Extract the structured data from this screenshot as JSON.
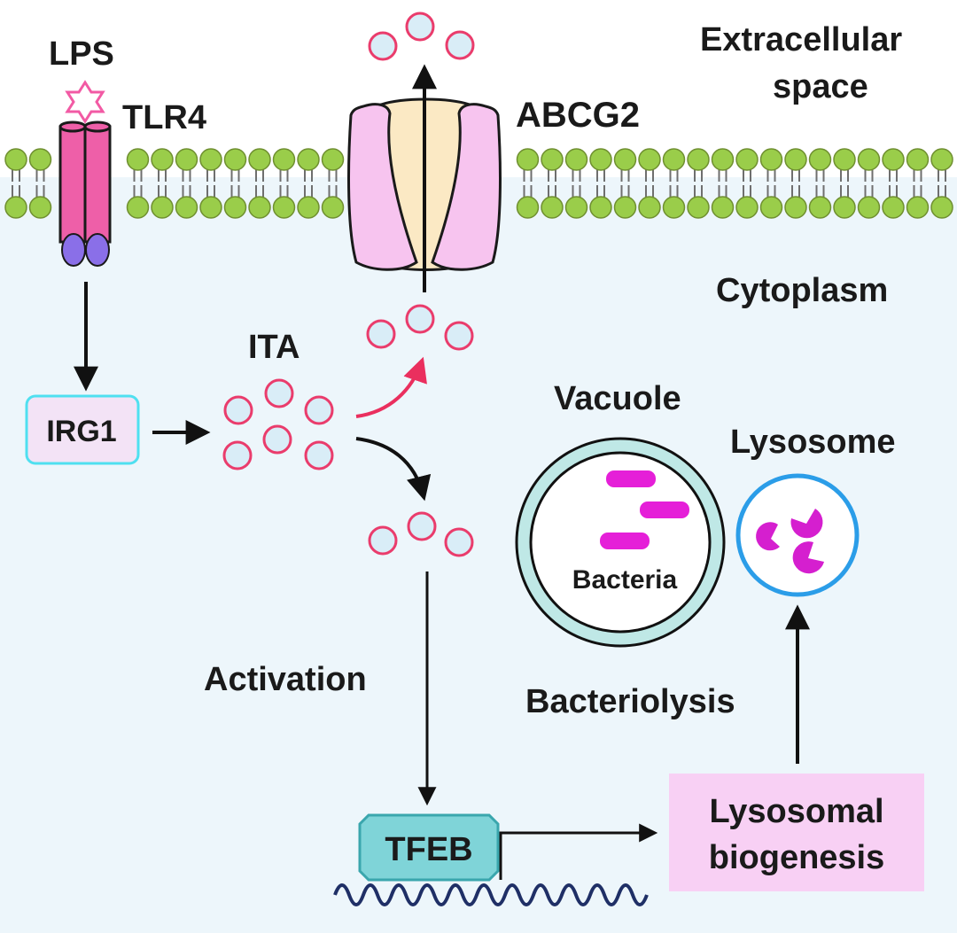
{
  "labels": {
    "lps": "LPS",
    "tlr4": "TLR4",
    "abcg2": "ABCG2",
    "extracellular_line1": "Extracellular",
    "extracellular_line2": "space",
    "cytoplasm": "Cytoplasm",
    "ita": "ITA",
    "irg1": "IRG1",
    "vacuole": "Vacuole",
    "lysosome": "Lysosome",
    "bacteria": "Bacteria",
    "activation": "Activation",
    "bacteriolysis": "Bacteriolysis",
    "tfeb": "TFEB",
    "lysosomal_line1": "Lysosomal",
    "lysosomal_line2": "biogenesis"
  },
  "colors": {
    "cytoplasm_bg": "#edf6fb",
    "lipid_head": "#9acd4a",
    "tlr4_body": "#ee5fa8",
    "tlr4_base": "#8a6fe8",
    "lps_star": "#f25aa4",
    "abcg2_outer": "#f7c4ef",
    "abcg2_channel": "#fbe9c4",
    "ita_ring": "#ea3c6c",
    "ita_fill": "#d9edf7",
    "irg1_border": "#4fe0f0",
    "irg1_fill": "#f3e3f6",
    "red_arrow": "#ea2f5e",
    "vacuole_ring": "#bfe8e6",
    "lysosome_ring": "#2b9de8",
    "bacteria": "#e51fd8",
    "tfeb_fill": "#7fd4d8",
    "dna": "#1f2f66",
    "biogenesis_fill": "#f8d0f4"
  },
  "icons": {
    "lps": "star-icon",
    "tlr4": "receptor-icon",
    "abcg2": "transporter-icon",
    "lysosome_enzyme": "pacman-icon",
    "dna": "dna-wave-icon"
  }
}
